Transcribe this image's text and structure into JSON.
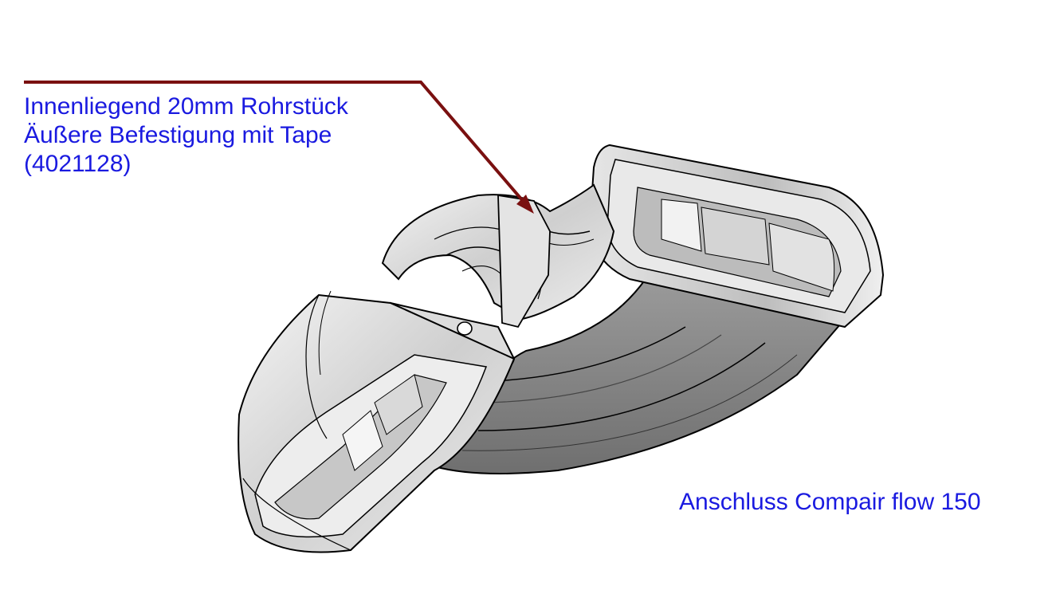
{
  "callout": {
    "line1": "Innenliegend 20mm Rohrstück",
    "line2": "Äußere Befestigung mit Tape",
    "line3": "(4021128)"
  },
  "connection_label": "Anschluss Compair flow 150",
  "colors": {
    "annotation_text": "#1a1ae0",
    "leader_line": "#7a1010",
    "part_surface": "#d8d8d8",
    "part_shadow": "#8a8a8a",
    "part_outline": "#000000"
  }
}
